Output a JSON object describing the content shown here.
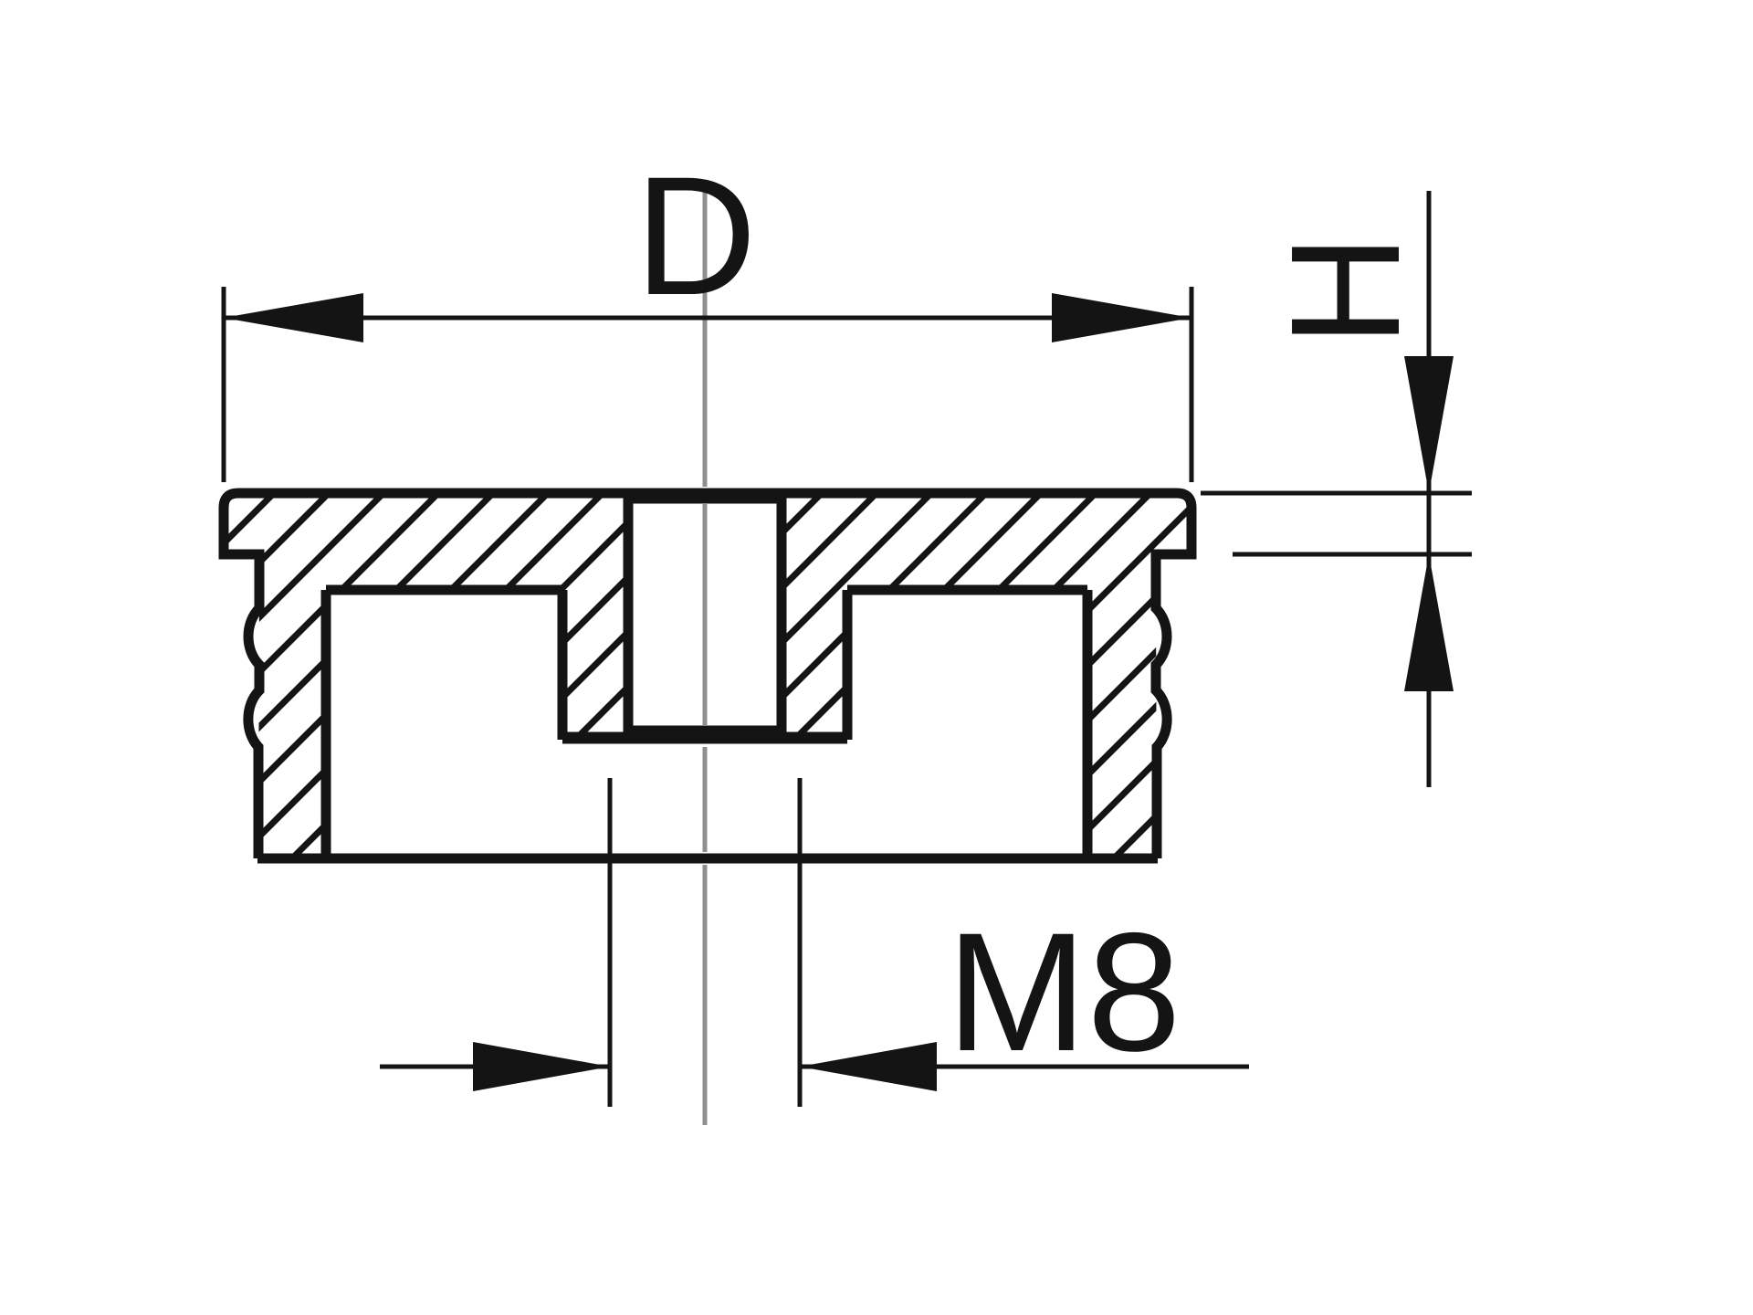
{
  "drawing": {
    "type": "technical-drawing-section-view",
    "labels": {
      "diameter": "D",
      "height": "H",
      "thread": "M8"
    },
    "colors": {
      "line": "#141414",
      "centerline": "#8f8f8f",
      "background": "#ffffff"
    }
  }
}
